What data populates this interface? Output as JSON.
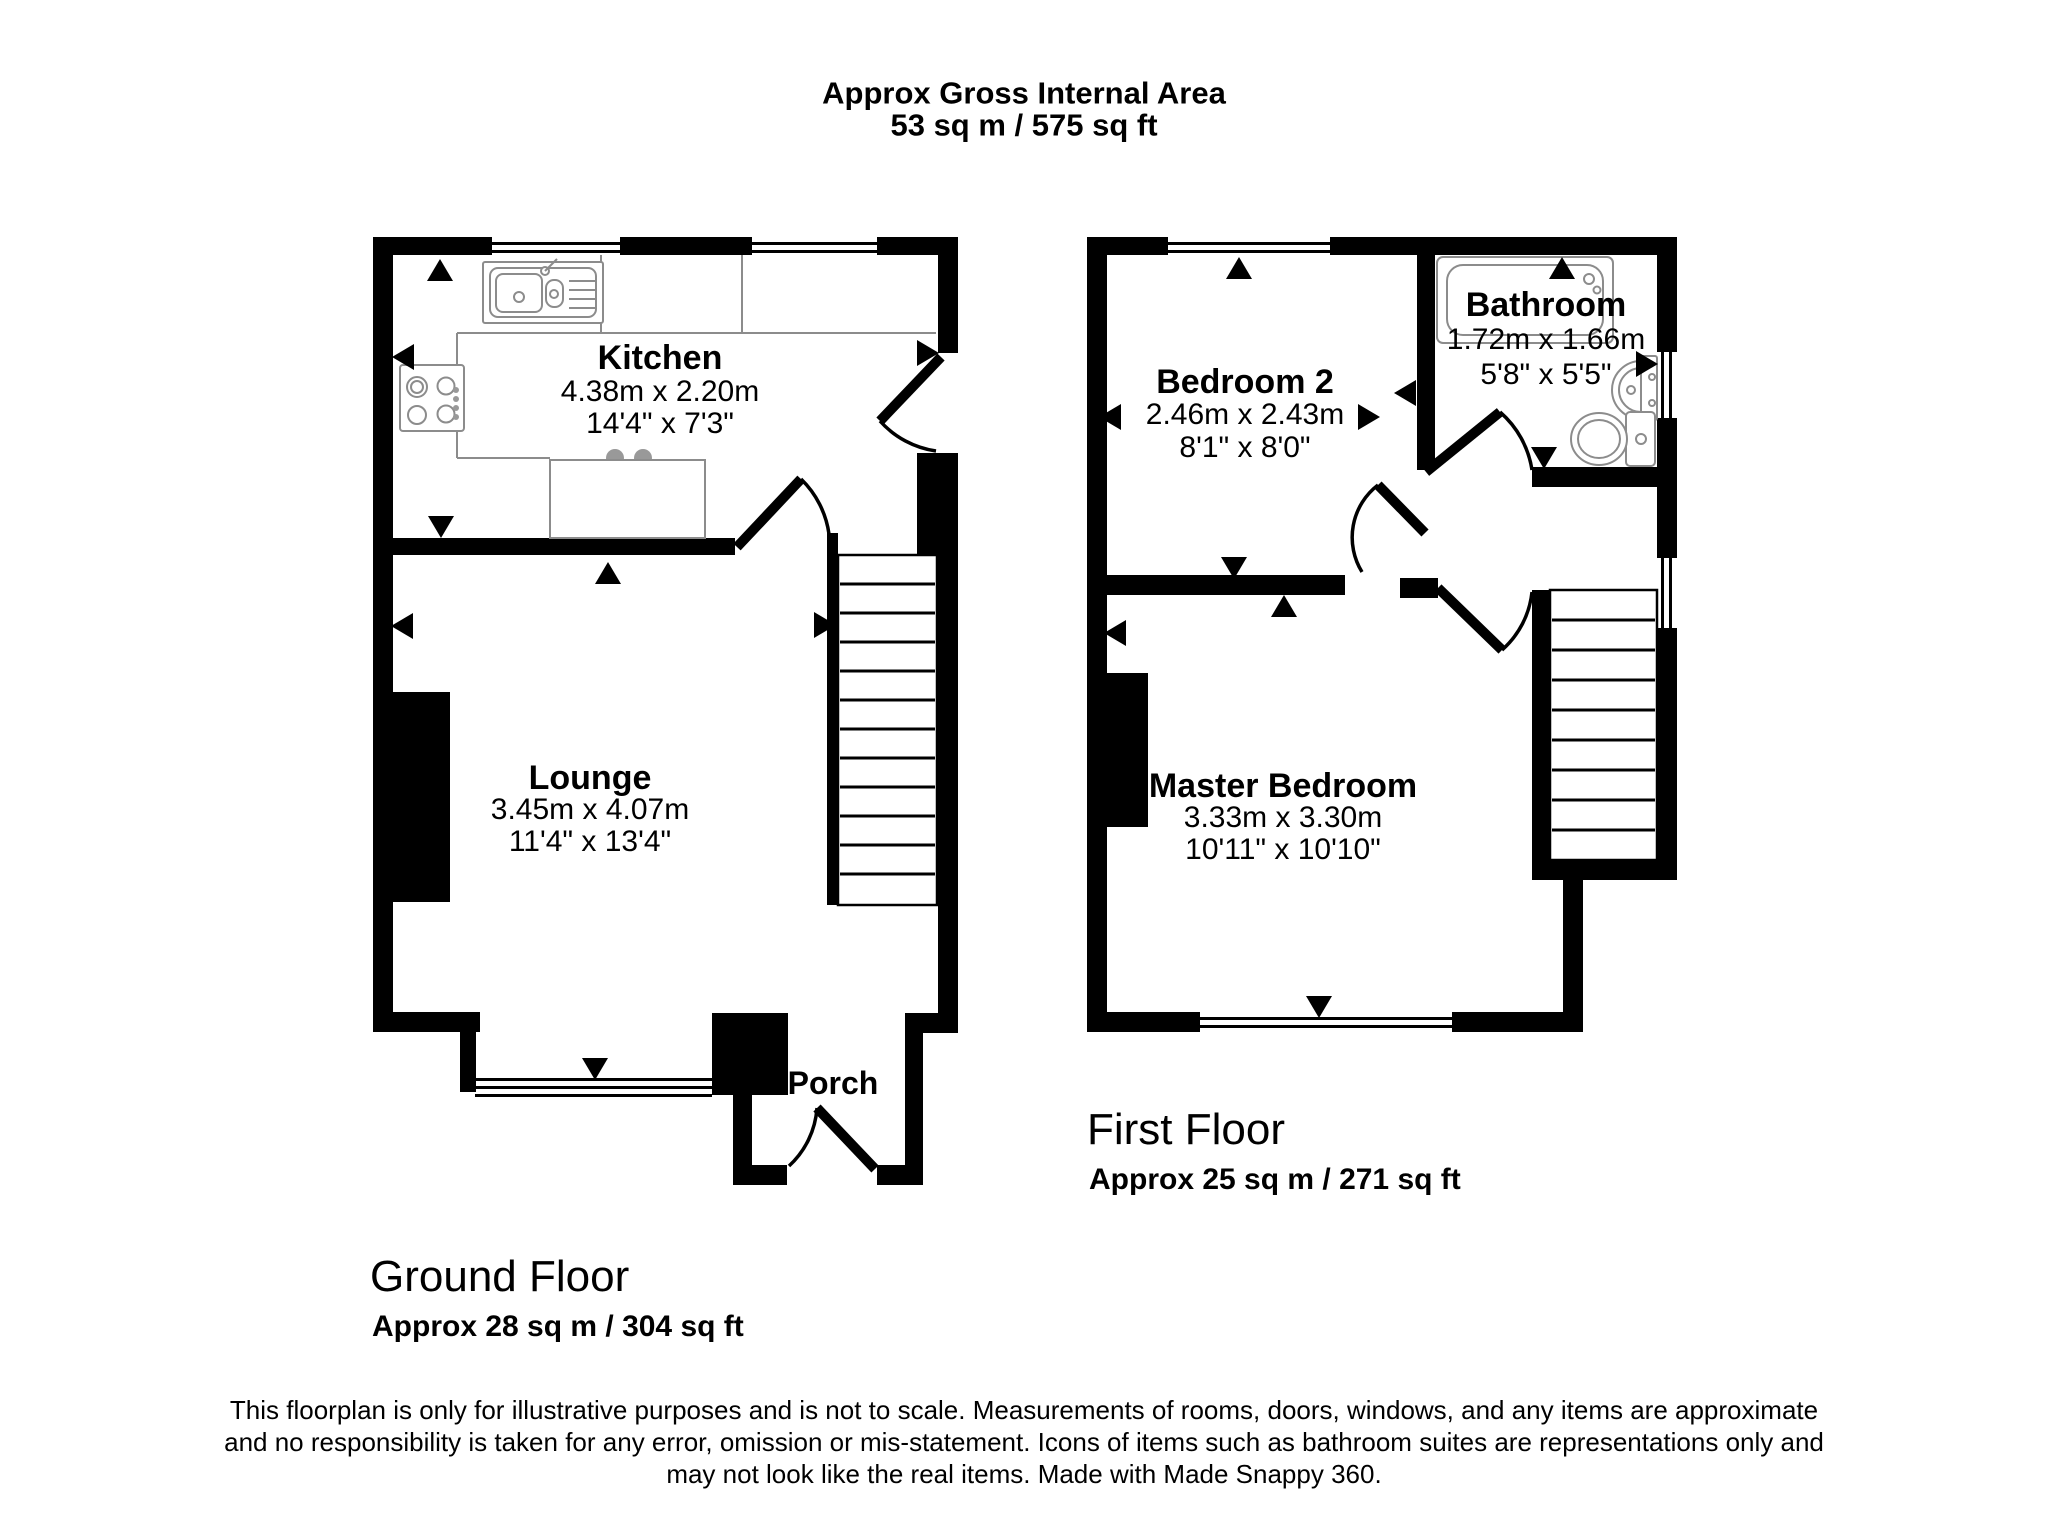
{
  "title": {
    "line1": "Approx Gross Internal Area",
    "line2": "53 sq m / 575 sq ft"
  },
  "floors": {
    "ground": {
      "label": "Ground Floor",
      "area": "Approx 28 sq m / 304 sq ft"
    },
    "first": {
      "label": "First Floor",
      "area": "Approx 25 sq m / 271 sq ft"
    }
  },
  "rooms": {
    "kitchen": {
      "name": "Kitchen",
      "metric": "4.38m x 2.20m",
      "imperial": "14'4\" x 7'3\""
    },
    "lounge": {
      "name": "Lounge",
      "metric": "3.45m x 4.07m",
      "imperial": "11'4\" x 13'4\""
    },
    "porch": {
      "name": "Porch"
    },
    "bedroom2": {
      "name": "Bedroom 2",
      "metric": "2.46m x 2.43m",
      "imperial": "8'1\" x 8'0\""
    },
    "bathroom": {
      "name": "Bathroom",
      "metric": "1.72m x 1.66m",
      "imperial": "5'8\" x 5'5\""
    },
    "master": {
      "name": "Master Bedroom",
      "metric": "3.33m x 3.30m",
      "imperial": "10'11\" x 10'10\""
    }
  },
  "disclaimer": {
    "line1": "This floorplan is only for illustrative purposes and is not to scale. Measurements of rooms, doors, windows, and any items are approximate",
    "line2": "and no responsibility is taken for any error, omission or mis-statement. Icons of items such as bathroom suites are representations only and",
    "line3": "may not look like the real items. Made with Made Snappy 360."
  },
  "colors": {
    "wall": "#000000",
    "fixture_outline": "#8c8c8c",
    "knob_fill": "#999999",
    "background": "#ffffff",
    "text": "#000000"
  },
  "icons": [
    "kitchen-sink-icon",
    "hob-icon",
    "appliance-icon",
    "bathtub-icon",
    "basin-icon",
    "toilet-icon",
    "staircase-icon",
    "window-icon",
    "door-arc-icon",
    "viewpoint-arrow-icon",
    "chimney-breast"
  ]
}
